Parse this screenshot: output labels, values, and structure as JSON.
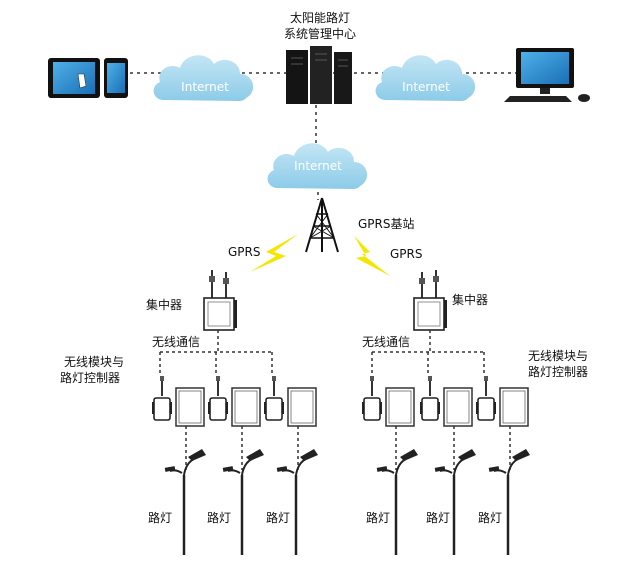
{
  "center": {
    "title_line1": "太阳能路灯",
    "title_line2": "系统管理中心"
  },
  "clouds": {
    "left": "Internet",
    "right": "Internet",
    "middle": "Internet"
  },
  "base_station": {
    "label": "GPRS基站"
  },
  "links": {
    "left": "GPRS",
    "right": "GPRS"
  },
  "left_group": {
    "concentrator": "集中器",
    "wireless": "无线通信",
    "module_label_line1": "无线模块与",
    "module_label_line2": "路灯控制器",
    "lamps": [
      "路灯",
      "路灯",
      "路灯"
    ]
  },
  "right_group": {
    "concentrator": "集中器",
    "wireless": "无线通信",
    "module_label_line1": "无线模块与",
    "module_label_line2": "路灯控制器",
    "lamps": [
      "路灯",
      "路灯",
      "路灯"
    ]
  },
  "colors": {
    "cloud": "#9fd3ec",
    "cloud_text": "#ffffff",
    "bolt": "#f4e600",
    "server": "#1a1a1a",
    "line": "#333333"
  }
}
